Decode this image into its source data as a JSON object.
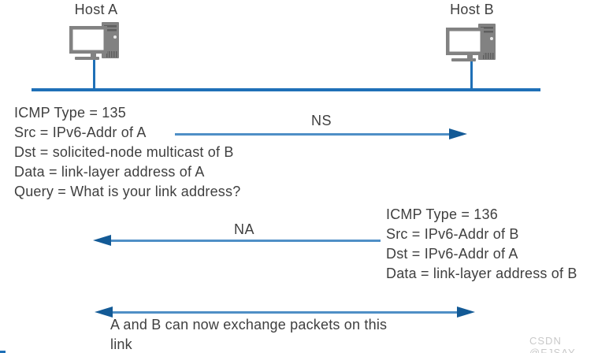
{
  "hosts": {
    "a_label": "Host A",
    "b_label": "Host B",
    "icon": "desktop-computer-icon"
  },
  "ns_message": {
    "label": "NS",
    "lines": [
      "ICMP Type = 135",
      "Src = IPv6-Addr of A",
      "Dst = solicited-node multicast of B",
      "Data = link-layer address of A",
      "Query = What is your link address?"
    ]
  },
  "na_message": {
    "label": "NA",
    "lines": [
      "ICMP Type = 136",
      "Src = IPv6-Addr of B",
      "Dst = IPv6-Addr of A",
      "Data = link-layer address of B"
    ]
  },
  "exchange_note": {
    "line1": "A and B can now exchange packets on this",
    "line2": "link"
  },
  "watermark": "CSDN @FJSAY",
  "colors": {
    "bus_line": "#1f70b7",
    "arrow_line": "#4f8fc6",
    "arrow_head": "#135a96",
    "text": "#3f3f3f",
    "icon_gray": "#828282",
    "icon_dark": "#5e5e5e",
    "watermark": "#c9c9c9"
  }
}
